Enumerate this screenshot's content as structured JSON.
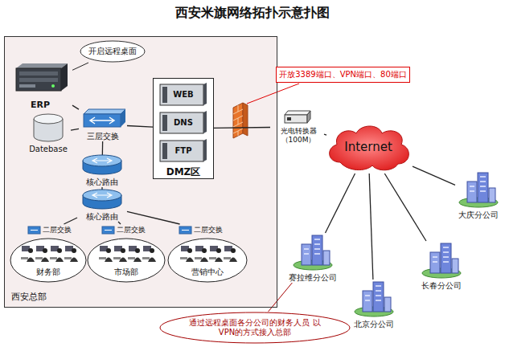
{
  "diagram": {
    "title": "西安米旗网络拓扑示意扑图",
    "nodes": [
      {
        "text": [
          "西安总部"
        ]
      },
      {
        "text": [
          "ERP"
        ],
        "in": 0
      },
      {
        "text": [
          "开启远程桌面"
        ],
        "in": 0
      },
      {
        "text": [
          "Datebase"
        ],
        "in": 0
      },
      {
        "text": [
          "三层交换"
        ],
        "in": 0
      },
      {
        "text": [
          "DMZ区"
        ],
        "in": 0
      },
      {
        "text": [
          "WEB"
        ],
        "in": 5
      },
      {
        "text": [
          "DNS"
        ],
        "in": 5
      },
      {
        "text": [
          "FTP"
        ],
        "in": 5
      },
      {
        "text": [
          "核心路由"
        ],
        "in": 0
      },
      {
        "text": [
          "核心路由"
        ],
        "in": 0
      },
      {
        "text": [
          "二层交换"
        ],
        "in": 0
      },
      {
        "text": [
          "二层交换"
        ],
        "in": 0
      },
      {
        "text": [
          "二层交换"
        ],
        "in": 0
      },
      {
        "text": [
          "财务部"
        ],
        "in": 0
      },
      {
        "text": [
          "市场部"
        ],
        "in": 0
      },
      {
        "text": [
          "营销中心"
        ],
        "in": 0
      },
      {
        "text": [
          "开放3389端口、VPN端口、80端口"
        ]
      },
      {
        "text": [
          "光电转换器 （100M）"
        ]
      },
      {
        "text": [
          "Internet"
        ]
      },
      {
        "text": [
          "大庆分公司"
        ]
      },
      {
        "text": [
          "赛拉维分公司"
        ]
      },
      {
        "text": [
          "长春分公司"
        ]
      },
      {
        "text": [
          "北京分公司"
        ]
      },
      {
        "text": [
          "通过远程桌面各分公司的财务人员 以VPN的方式接入总部"
        ]
      }
    ],
    "edges": [
      {
        "from": 1,
        "to": 4,
        "arrow": "none"
      },
      {
        "from": 3,
        "to": 4,
        "arrow": "none"
      },
      {
        "from": 4,
        "to": 5,
        "arrow": "none"
      },
      {
        "from": 4,
        "to": 9,
        "arrow": "none"
      },
      {
        "from": 9,
        "to": 10,
        "arrow": "none"
      },
      {
        "from": 10,
        "to": 11,
        "arrow": "none"
      },
      {
        "from": 10,
        "to": 12,
        "arrow": "none"
      },
      {
        "from": 10,
        "to": 13,
        "arrow": "none"
      },
      {
        "from": 5,
        "to": 18,
        "arrow": "none"
      },
      {
        "from": 18,
        "to": 19,
        "arrow": "none"
      },
      {
        "from": 19,
        "to": 20,
        "arrow": "none"
      },
      {
        "from": 19,
        "to": 21,
        "arrow": "none"
      },
      {
        "from": 19,
        "to": 22,
        "arrow": "none"
      },
      {
        "from": 19,
        "to": 23,
        "arrow": "none"
      },
      {
        "from": 2,
        "to": 1,
        "arrow": "none"
      },
      {
        "from": 24,
        "to": 21,
        "arrow": "none"
      }
    ]
  }
}
